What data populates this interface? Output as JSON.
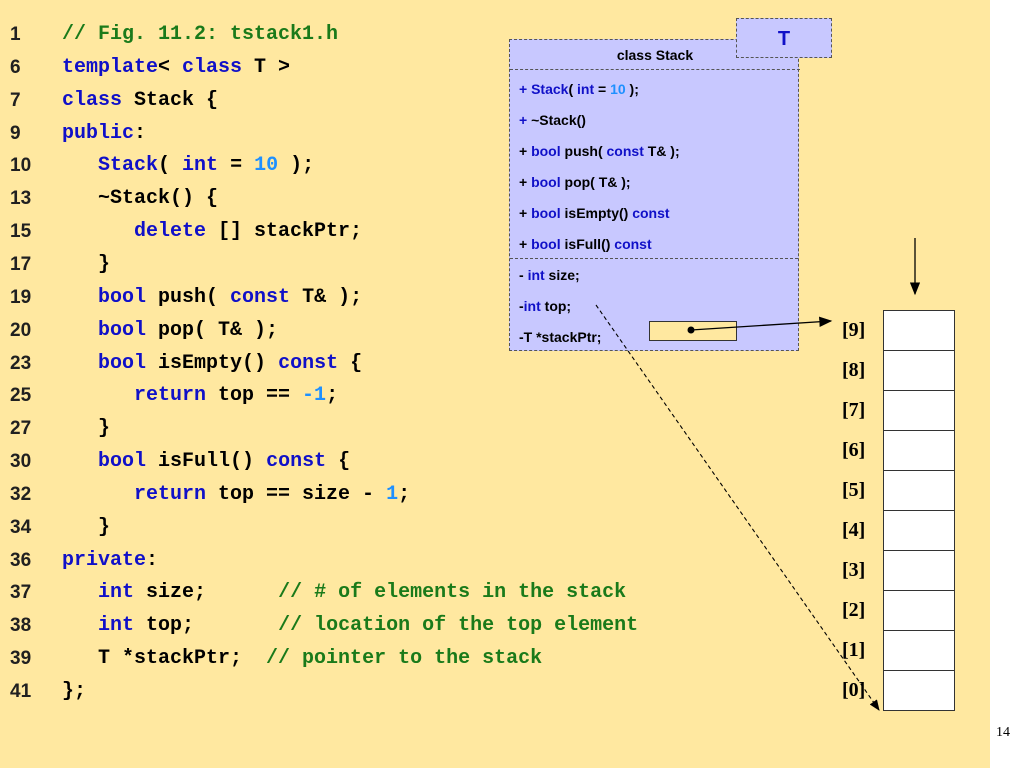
{
  "code": [
    {
      "n": "1",
      "tokens": [
        [
          "cm",
          "// Fig. 11.2: tstack1.h"
        ]
      ]
    },
    {
      "n": "6",
      "tokens": [
        [
          "kw",
          "template"
        ],
        [
          "tx",
          "< "
        ],
        [
          "kw",
          "class"
        ],
        [
          "tx",
          " T >"
        ]
      ]
    },
    {
      "n": "7",
      "tokens": [
        [
          "kw",
          "class"
        ],
        [
          "tx",
          " Stack {"
        ]
      ]
    },
    {
      "n": "9",
      "tokens": [
        [
          "kw",
          "public"
        ],
        [
          "tx",
          ":"
        ]
      ]
    },
    {
      "n": "10",
      "tokens": [
        [
          "tx",
          "   "
        ],
        [
          "kw",
          "Stack"
        ],
        [
          "tx",
          "( "
        ],
        [
          "kw",
          "int"
        ],
        [
          "tx",
          " = "
        ],
        [
          "num",
          "10"
        ],
        [
          "tx",
          " );"
        ]
      ]
    },
    {
      "n": "13",
      "tokens": [
        [
          "tx",
          "   ~Stack() {"
        ]
      ]
    },
    {
      "n": "15",
      "tokens": [
        [
          "tx",
          "      "
        ],
        [
          "kw",
          "delete"
        ],
        [
          "tx",
          " [] stackPtr;"
        ]
      ]
    },
    {
      "n": "17",
      "tokens": [
        [
          "tx",
          "   }"
        ]
      ]
    },
    {
      "n": "19",
      "tokens": [
        [
          "tx",
          "   "
        ],
        [
          "kw",
          "bool"
        ],
        [
          "tx",
          " push( "
        ],
        [
          "kw",
          "const"
        ],
        [
          "tx",
          " T& );"
        ]
      ]
    },
    {
      "n": "20",
      "tokens": [
        [
          "tx",
          "   "
        ],
        [
          "kw",
          "bool"
        ],
        [
          "tx",
          " pop( T& );"
        ]
      ]
    },
    {
      "n": "23",
      "tokens": [
        [
          "tx",
          "   "
        ],
        [
          "kw",
          "bool"
        ],
        [
          "tx",
          " isEmpty() "
        ],
        [
          "kw",
          "const"
        ],
        [
          "tx",
          " {"
        ]
      ]
    },
    {
      "n": "25",
      "tokens": [
        [
          "tx",
          "      "
        ],
        [
          "kw",
          "return"
        ],
        [
          "tx",
          " top == "
        ],
        [
          "num",
          "-1"
        ],
        [
          "tx",
          ";"
        ]
      ]
    },
    {
      "n": "27",
      "tokens": [
        [
          "tx",
          "   }"
        ]
      ]
    },
    {
      "n": "30",
      "tokens": [
        [
          "tx",
          "   "
        ],
        [
          "kw",
          "bool"
        ],
        [
          "tx",
          " isFull() "
        ],
        [
          "kw",
          "const"
        ],
        [
          "tx",
          " {"
        ]
      ]
    },
    {
      "n": "32",
      "tokens": [
        [
          "tx",
          "      "
        ],
        [
          "kw",
          "return"
        ],
        [
          "tx",
          " top == size - "
        ],
        [
          "num",
          "1"
        ],
        [
          "tx",
          ";"
        ]
      ]
    },
    {
      "n": "34",
      "tokens": [
        [
          "tx",
          "   }"
        ]
      ]
    },
    {
      "n": "36",
      "tokens": [
        [
          "kw",
          "private"
        ],
        [
          "tx",
          ":"
        ]
      ]
    },
    {
      "n": "37",
      "tokens": [
        [
          "tx",
          "   "
        ],
        [
          "kw",
          "int"
        ],
        [
          "tx",
          " size;      "
        ],
        [
          "cm",
          "// # of elements in the stack"
        ]
      ]
    },
    {
      "n": "38",
      "tokens": [
        [
          "tx",
          "   "
        ],
        [
          "kw",
          "int"
        ],
        [
          "tx",
          " top;       "
        ],
        [
          "cm",
          "// location of the top element"
        ]
      ]
    },
    {
      "n": "39",
      "tokens": [
        [
          "tx",
          "   T *stackPtr;  "
        ],
        [
          "cm",
          "// pointer to the stack"
        ]
      ]
    },
    {
      "n": "41",
      "tokens": [
        [
          "tx",
          "};"
        ]
      ]
    }
  ],
  "uml": {
    "title": "class Stack",
    "template_param": "T",
    "operations": [
      [
        [
          "kw",
          "+ "
        ],
        [
          "kw",
          "Stack"
        ],
        [
          "tx",
          "( "
        ],
        [
          "kw",
          "int"
        ],
        [
          "tx",
          " = "
        ],
        [
          "num",
          "10"
        ],
        [
          "tx",
          " );"
        ]
      ],
      [
        [
          "kw",
          "+ "
        ],
        [
          "tx",
          "~Stack()"
        ]
      ],
      [
        [
          "tx",
          "+ "
        ],
        [
          "kw",
          "bool"
        ],
        [
          "tx",
          " push( "
        ],
        [
          "kw",
          "const"
        ],
        [
          "tx",
          " T& );"
        ]
      ],
      [
        [
          "tx",
          "+ "
        ],
        [
          "kw",
          "bool"
        ],
        [
          "tx",
          " pop( T& );"
        ]
      ],
      [
        [
          "tx",
          "+ "
        ],
        [
          "kw",
          "bool"
        ],
        [
          "tx",
          " isEmpty() "
        ],
        [
          "kw",
          "const"
        ]
      ],
      [
        [
          "tx",
          "+ "
        ],
        [
          "kw",
          "bool"
        ],
        [
          "tx",
          " isFull() "
        ],
        [
          "kw",
          "const"
        ]
      ]
    ],
    "attributes": [
      [
        [
          "tx",
          "- "
        ],
        [
          "kw",
          "int"
        ],
        [
          "tx",
          " size;"
        ]
      ],
      [
        [
          "tx",
          "-"
        ],
        [
          "kw",
          "int"
        ],
        [
          "tx",
          " top;"
        ]
      ],
      [
        [
          "tx",
          "-T *stackPtr;"
        ]
      ]
    ]
  },
  "stack_indices": [
    "[9]",
    "[8]",
    "[7]",
    "[6]",
    "[5]",
    "[4]",
    "[3]",
    "[2]",
    "[1]",
    "[0]"
  ],
  "page_number": "14",
  "colors": {
    "background": "#ffe8a0",
    "uml_fill": "#c8c8ff",
    "keyword": "#1010c8",
    "comment": "#1a7a1a",
    "number": "#1e90ff"
  }
}
